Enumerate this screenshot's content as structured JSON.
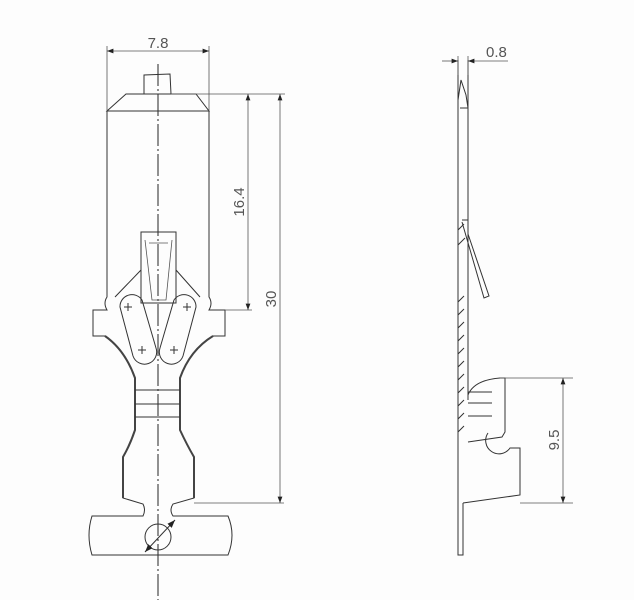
{
  "drawing": {
    "front_view": {
      "width_dim": "7.8",
      "contact_length_dim": "16.4",
      "overall_length_dim": "30"
    },
    "side_view": {
      "thickness_dim": "0.8",
      "crimp_length_dim": "9.5"
    },
    "line_color": "#333333"
  }
}
